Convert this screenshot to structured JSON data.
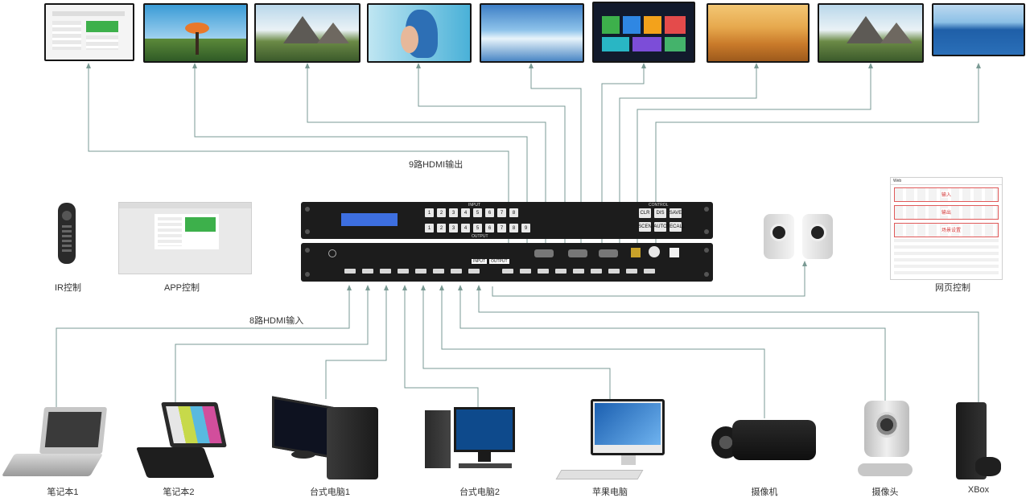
{
  "labels": {
    "output_caption": "9路HDMI输出",
    "input_caption": "8路HDMI输入",
    "ir_control": "IR控制",
    "app_control": "APP控制",
    "web_control": "网页控制"
  },
  "matrix": {
    "top_input": "INPUT",
    "top_output": "OUTPUT",
    "control": "CONTROL",
    "input_buttons": [
      "1",
      "2",
      "3",
      "4",
      "5",
      "6",
      "7",
      "8"
    ],
    "output_buttons": [
      "1",
      "2",
      "3",
      "4",
      "5",
      "6",
      "7",
      "8",
      "9"
    ],
    "control_buttons": [
      "CLR",
      "DIS",
      "SAVE",
      "SCEN",
      "AUTO",
      "RECALL"
    ],
    "ports_input": "INPUT",
    "ports_output": "OUTPUT"
  },
  "sources": [
    {
      "label": "笔记本1"
    },
    {
      "label": "笔记本2"
    },
    {
      "label": "台式电脑1"
    },
    {
      "label": "台式电脑2"
    },
    {
      "label": "苹果电脑"
    },
    {
      "label": "摄像机"
    },
    {
      "label": "摄像头"
    },
    {
      "label": "XBox"
    }
  ],
  "web_panel": {
    "title": "Web",
    "rows": [
      "输入",
      "输出",
      "场景设置"
    ]
  },
  "colors": {
    "line": "#7a9a94",
    "panel": "#1c1c1c",
    "lcd": "#3d6fe0"
  }
}
